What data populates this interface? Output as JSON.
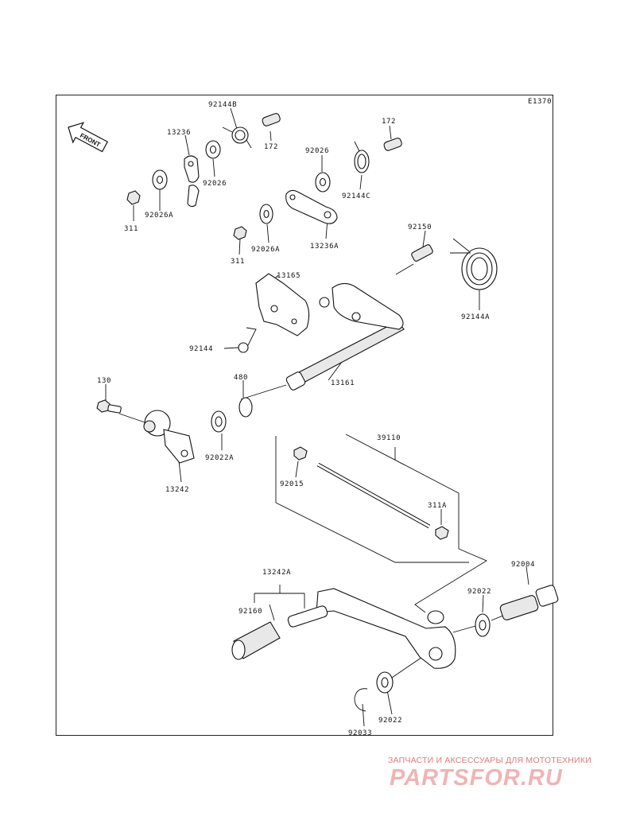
{
  "diagram_code": "E1370",
  "front_label": "FRONT",
  "parts": {
    "p92144B": "92144B",
    "p172a": "172",
    "p172b": "172",
    "p13236": "13236",
    "p92026a": "92026",
    "p92026b": "92026",
    "p92026A_1": "92026A",
    "p311a": "311",
    "p92144C": "92144C",
    "p13236A": "13236A",
    "p92026A_2": "92026A",
    "p311b": "311",
    "p92150": "92150",
    "p13165": "13165",
    "p92144A": "92144A",
    "p92144": "92144",
    "p480": "480",
    "p13161": "13161",
    "p130": "130",
    "p92022A": "92022A",
    "p13242": "13242",
    "p39110": "39110",
    "p92015": "92015",
    "p311A": "311A",
    "p92004": "92004",
    "p13242A": "13242A",
    "p92160": "92160",
    "p92022a": "92022",
    "p92022b": "92022",
    "p92033": "92033"
  },
  "watermark": {
    "tagline": "ЗАПЧАСТИ И АКСЕССУАРЫ ДЛЯ МОТОТЕХНИКИ",
    "logo": "PARTSFOR.RU"
  }
}
